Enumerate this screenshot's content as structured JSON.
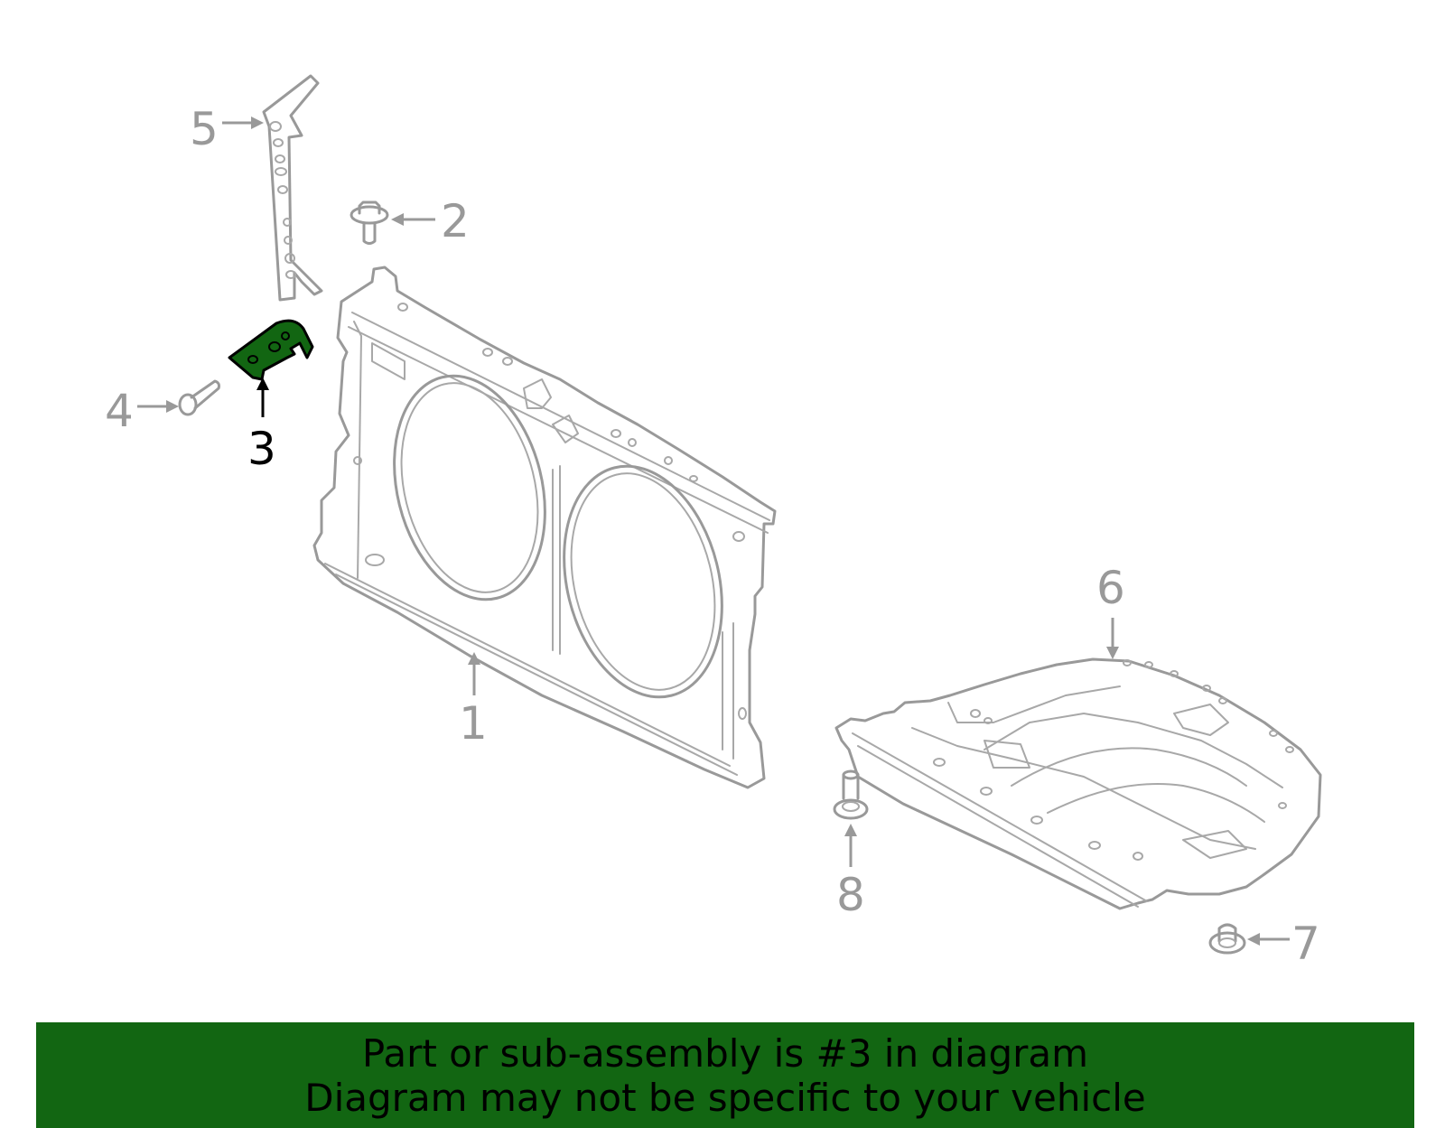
{
  "callouts": {
    "c1": "1",
    "c2": "2",
    "c3": "3",
    "c4": "4",
    "c5": "5",
    "c6": "6",
    "c7": "7",
    "c8": "8"
  },
  "highlighted_part": "3",
  "colors": {
    "highlight_fill": "#126612",
    "banner_background": "#126612",
    "line_gray": "#999999",
    "active_text": "#000000"
  },
  "banner": {
    "line1": "Part or sub-assembly is #3 in diagram",
    "line2": "Diagram may not be specific to your vehicle"
  }
}
